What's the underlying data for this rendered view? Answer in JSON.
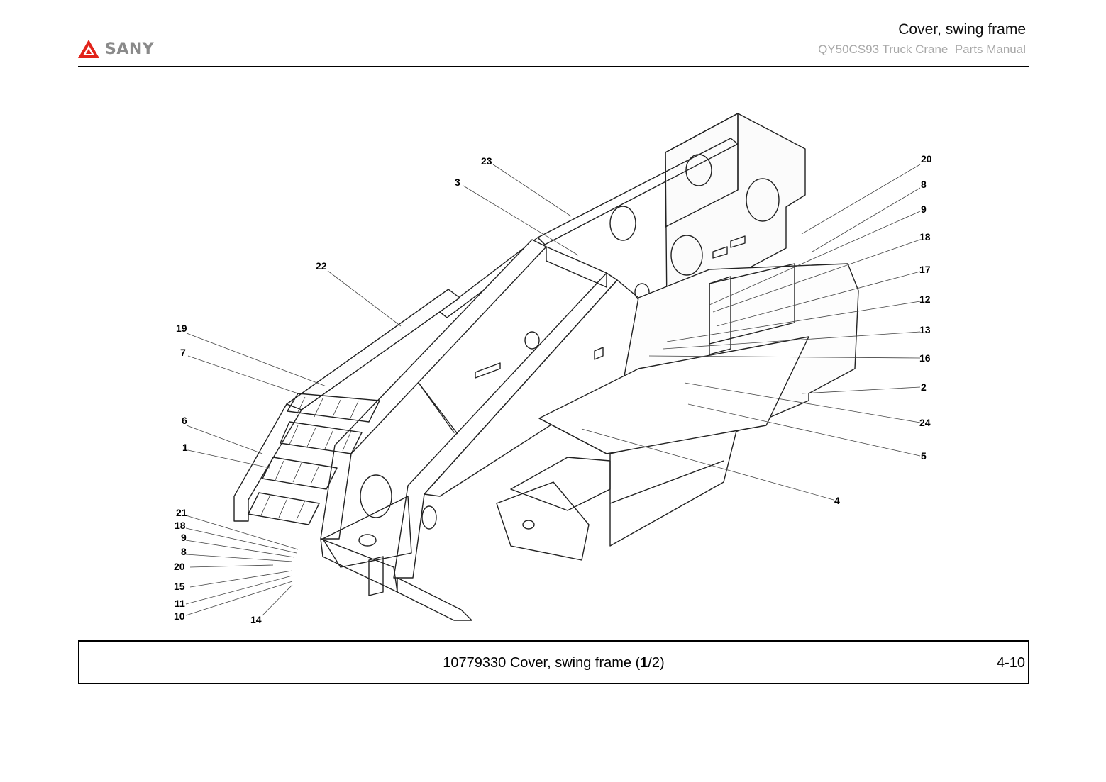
{
  "header": {
    "brand": "SANY",
    "title": "Cover, swing frame",
    "subtitle": "QY50CS93 Truck Crane  Parts Manual"
  },
  "callouts": [
    "23",
    "3",
    "22",
    "19",
    "7",
    "6",
    "1",
    "21",
    "18",
    "9",
    "8",
    "20",
    "15",
    "11",
    "10",
    "14",
    "20",
    "8",
    "9",
    "18",
    "17",
    "12",
    "13",
    "16",
    "2",
    "24",
    "5",
    "4"
  ],
  "caption": {
    "part_number": "10779330",
    "name": "Cover, swing frame",
    "sheet_open": " (",
    "sheet_bold": "1",
    "sheet_rest": "/2)",
    "page": "4-10"
  },
  "colors": {
    "brand_red": "#e2231a",
    "brand_gray": "#8a8a8a"
  }
}
